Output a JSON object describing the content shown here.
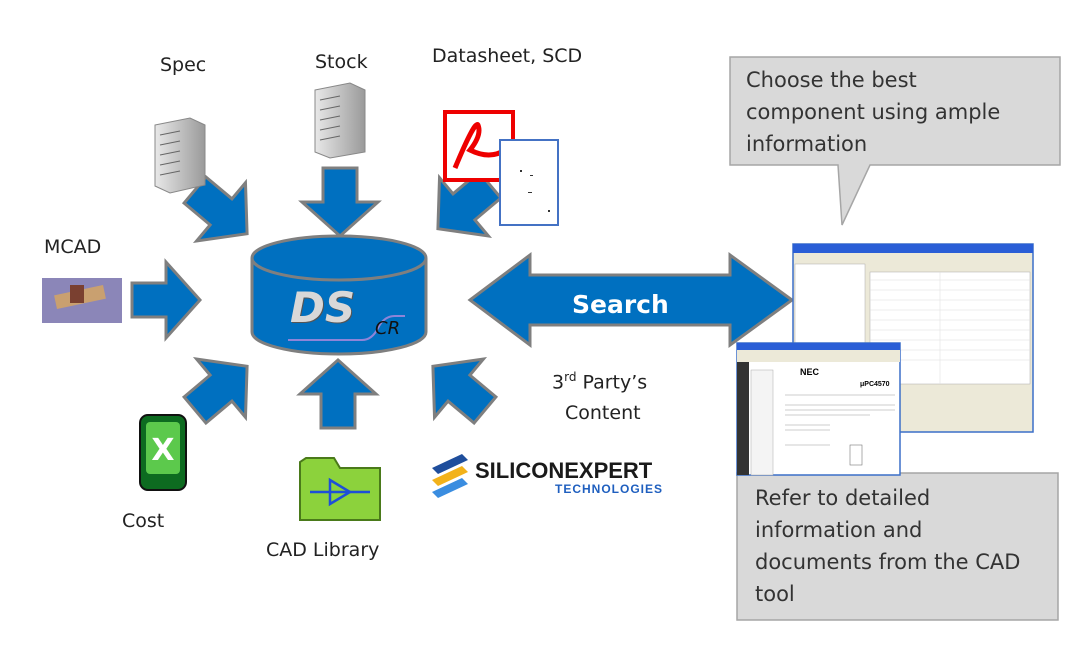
{
  "colors": {
    "arrow": "#0070C0",
    "arrow_stroke": "#7f7f7f",
    "callout_fill": "#D9D9D9",
    "callout_stroke": "#A6A6A6"
  },
  "sources": {
    "spec": "Spec",
    "stock": "Stock",
    "datasheet": "Datasheet, SCD",
    "mcad": "MCAD",
    "cost": "Cost",
    "cad_library": "CAD Library",
    "third_party_line1_base": "3",
    "third_party_line1_sup": "rd",
    "third_party_line1_rest": " Party’s",
    "third_party_line2": "Content"
  },
  "center": {
    "logo_main": "DS",
    "logo_sub": "CR"
  },
  "search_label": "Search",
  "vendor_logo": {
    "line1": "SILICONEXPERT",
    "line2": "TECHNOLOGIES"
  },
  "callouts": {
    "top": [
      "Choose the best",
      "component using ample",
      "information"
    ],
    "bottom": [
      "Refer to detailed",
      "information and",
      "documents from the CAD",
      "tool"
    ]
  },
  "screenshot": {
    "logo": "NEC",
    "part": "μPC4570"
  }
}
